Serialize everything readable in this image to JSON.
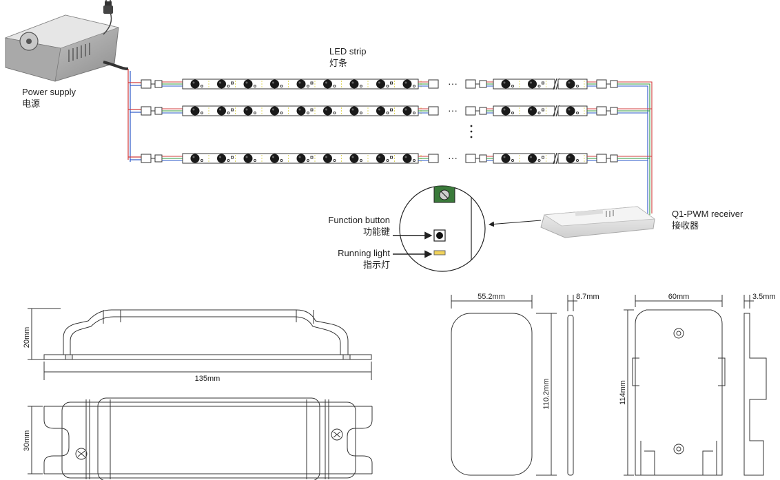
{
  "labels": {
    "led_strip": "LED strip",
    "led_strip_cn": "灯条",
    "power_supply": "Power supply",
    "power_supply_cn": "电源",
    "function_button": "Function button",
    "function_button_cn": "功能键",
    "running_light": "Running light",
    "running_light_cn": "指示灯",
    "receiver": "Q1-PWM receiver",
    "receiver_cn": "接收器"
  },
  "dimensions": {
    "receiver_height": "20mm",
    "receiver_length": "135mm",
    "receiver_width": "30mm",
    "remote_width": "55.2mm",
    "remote_thickness": "8.7mm",
    "remote_height": "110.2mm",
    "holder_width": "60mm",
    "holder_thickness": "3.5mm",
    "holder_height": "114mm"
  },
  "ellipsis": "···",
  "colors": {
    "wire_red": "#d23b3b",
    "wire_green": "#2e9a3c",
    "wire_blue": "#2a57c9",
    "led": "#1a1a1a",
    "outline": "#333333",
    "led_highlight": "#e0d860"
  }
}
